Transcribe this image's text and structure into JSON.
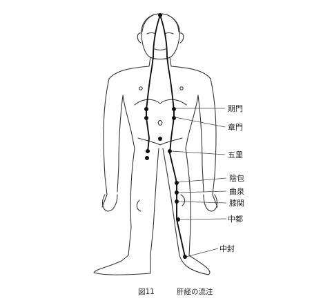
{
  "figure": {
    "caption_number": "図11",
    "caption_title": "肝経の流注",
    "points": {
      "kimon": "期門",
      "shomon": "章門",
      "gori": "五里",
      "inpou": "陰包",
      "kyokusen": "曲泉",
      "shitsukan": "膝関",
      "chuto": "中都",
      "chuho": "中封"
    }
  }
}
